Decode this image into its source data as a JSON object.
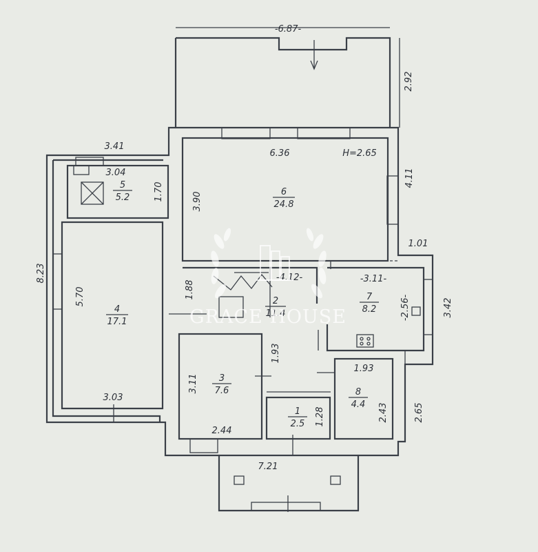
{
  "plan": {
    "ceiling_height": "H=2.65",
    "dimensions": {
      "terrace_width": "-6.87-",
      "terrace_depth": "2.92",
      "room6_width": "6.36",
      "room6_height": "3.90",
      "right_wall_upper": "4.11",
      "right_step": "1.01",
      "room5_outer_width": "3.41",
      "room5_inner_width": "3.04",
      "room5_height": "1.70",
      "left_total": "8.23",
      "room4_height": "5.70",
      "room4_width": "3.03",
      "stair_hall_width": "-4.12-",
      "hall_height": "1.88",
      "room7_width": "-3.11-",
      "room7_height": "-2.56-",
      "room7_outer": "3.42",
      "corridor_width": "1.93",
      "room3_height": "3.11",
      "room3_width": "2.44",
      "room8_width": "1.93",
      "room8_height": "2.43",
      "right_lower": "2.65",
      "room1_height": "1.28",
      "bottom_total": "7.21"
    },
    "rooms": [
      {
        "number": "1",
        "area": "2.5"
      },
      {
        "number": "2",
        "area": "11.4"
      },
      {
        "number": "3",
        "area": "7.6"
      },
      {
        "number": "4",
        "area": "17.1"
      },
      {
        "number": "5",
        "area": "5.2"
      },
      {
        "number": "6",
        "area": "24.8"
      },
      {
        "number": "7",
        "area": "8.2"
      },
      {
        "number": "8",
        "area": "4.4"
      }
    ]
  },
  "watermark": {
    "text": "GRACE HOUSE"
  }
}
